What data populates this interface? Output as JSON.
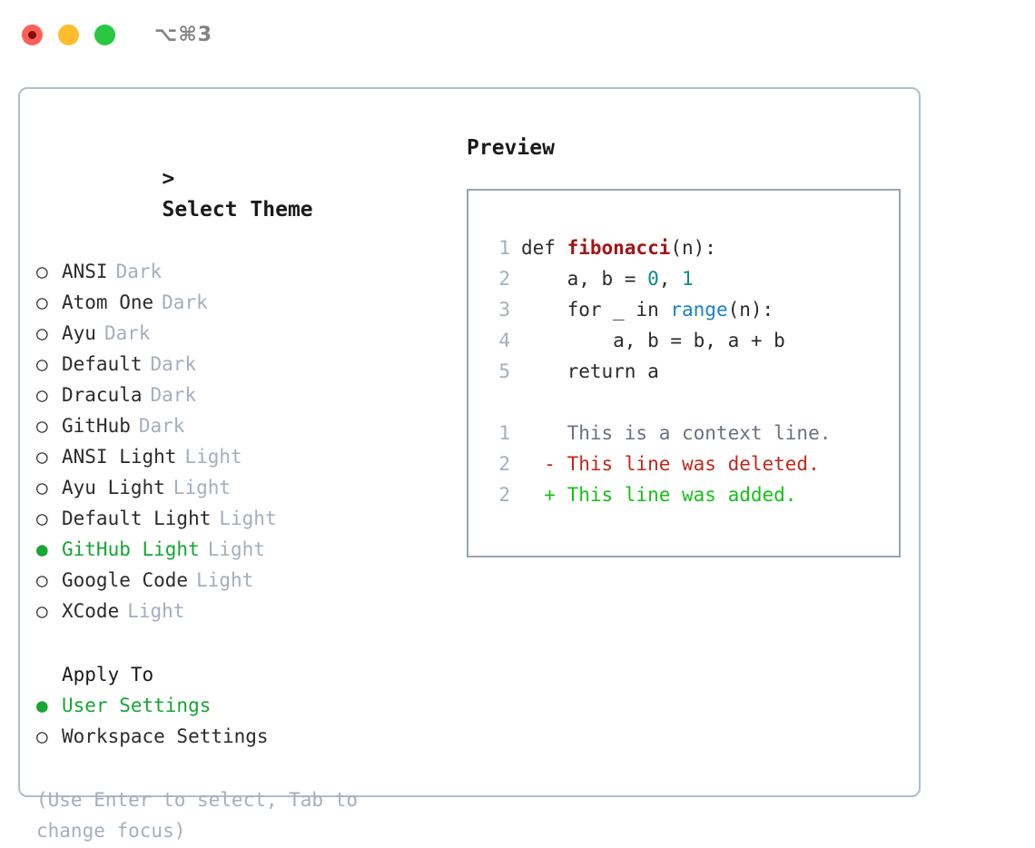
{
  "titlebar": {
    "shortcut": "⌥⌘3",
    "lights": [
      "close-red",
      "minimize-yellow",
      "maximize-green"
    ]
  },
  "theme_section": {
    "prompt": ">",
    "title": "Select Theme",
    "selected_marker": "●",
    "unselected_marker": "○",
    "options": [
      {
        "label": "ANSI",
        "tag": "Dark",
        "selected": false
      },
      {
        "label": "Atom One",
        "tag": "Dark",
        "selected": false
      },
      {
        "label": "Ayu",
        "tag": "Dark",
        "selected": false
      },
      {
        "label": "Default",
        "tag": "Dark",
        "selected": false
      },
      {
        "label": "Dracula",
        "tag": "Dark",
        "selected": false
      },
      {
        "label": "GitHub",
        "tag": "Dark",
        "selected": false
      },
      {
        "label": "ANSI Light",
        "tag": "Light",
        "selected": false
      },
      {
        "label": "Ayu Light",
        "tag": "Light",
        "selected": false
      },
      {
        "label": "Default Light",
        "tag": "Light",
        "selected": false
      },
      {
        "label": "GitHub Light",
        "tag": "Light",
        "selected": true
      },
      {
        "label": "Google Code",
        "tag": "Light",
        "selected": false
      },
      {
        "label": "XCode",
        "tag": "Light",
        "selected": false
      }
    ]
  },
  "apply_section": {
    "title": "Apply To",
    "options": [
      {
        "label": "User Settings",
        "selected": true
      },
      {
        "label": "Workspace Settings",
        "selected": false
      }
    ]
  },
  "hint": "(Use Enter to select, Tab to change focus)",
  "preview": {
    "title": "Preview",
    "code_lines": [
      {
        "num": "1",
        "tokens": [
          {
            "text": "def ",
            "type": "plain"
          },
          {
            "text": "fibonacci",
            "type": "func"
          },
          {
            "text": "(n):",
            "type": "plain"
          }
        ]
      },
      {
        "num": "2",
        "tokens": [
          {
            "text": "    a, b = ",
            "type": "plain"
          },
          {
            "text": "0",
            "type": "num"
          },
          {
            "text": ", ",
            "type": "plain"
          },
          {
            "text": "1",
            "type": "num"
          }
        ]
      },
      {
        "num": "3",
        "tokens": [
          {
            "text": "    for _ in ",
            "type": "plain"
          },
          {
            "text": "range",
            "type": "call"
          },
          {
            "text": "(n):",
            "type": "plain"
          }
        ]
      },
      {
        "num": "4",
        "tokens": [
          {
            "text": "        a, b = b, a + b",
            "type": "plain"
          }
        ]
      },
      {
        "num": "5",
        "tokens": [
          {
            "text": "    return a",
            "type": "plain"
          }
        ]
      }
    ],
    "diff_lines": [
      {
        "num": "1",
        "sign": "  ",
        "text": "This is a context line.",
        "type": "ctx"
      },
      {
        "num": "2",
        "sign": "- ",
        "text": "This line was deleted.",
        "type": "del"
      },
      {
        "num": "2",
        "sign": "+ ",
        "text": "This line was added.",
        "type": "add"
      }
    ]
  },
  "colors": {
    "accent_green": "#16a634",
    "muted": "#a5aebc",
    "border": "#b3bcc9",
    "preview_border": "#98a4b5",
    "func_red": "#a31515",
    "num_teal": "#0b8a87",
    "call_blue": "#1a82c8",
    "diff_del": "#c0281c",
    "diff_add": "#17c017"
  }
}
